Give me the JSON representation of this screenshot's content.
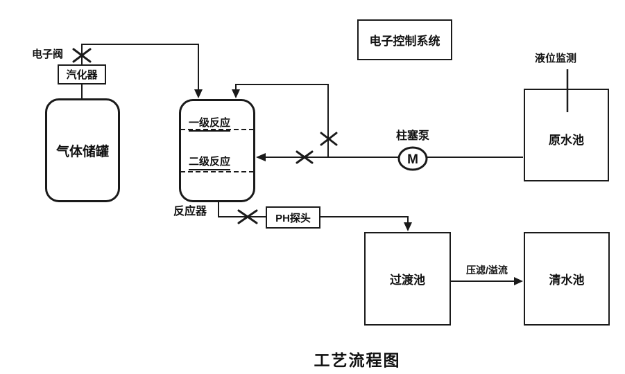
{
  "title": "工艺流程图",
  "labels": {
    "control_system": "电子控制系统",
    "electronic_valve": "电子阀",
    "vaporizer": "汽化器",
    "gas_tank": "气体储罐",
    "stage1_reaction": "一级反应",
    "stage2_reaction": "二级反应",
    "reactor": "反应器",
    "plunger_pump": "柱塞泵",
    "pump_motor": "M",
    "raw_water_pool": "原水池",
    "level_monitor": "液位监测",
    "ph_probe": "PH探头",
    "transition_pool": "过渡池",
    "filter_overflow": "压滤/溢流",
    "clear_water_pool": "清水池"
  },
  "colors": {
    "line": "#1a1a1a",
    "text": "#111111",
    "background": "#ffffff"
  }
}
